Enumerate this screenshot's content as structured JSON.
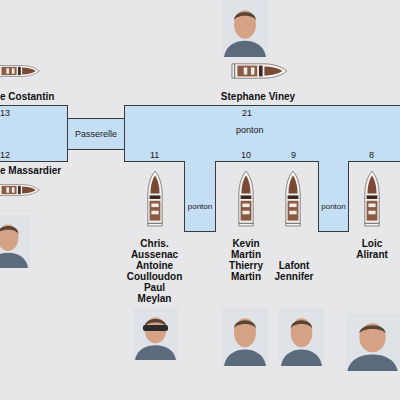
{
  "diagram": {
    "nodes": [
      {
        "text": [
          "13",
          "12"
        ]
      },
      {
        "text": [
          "Passerelle"
        ]
      },
      {
        "text": [
          "21",
          "ponton",
          "11",
          "10",
          "9",
          "8"
        ]
      },
      {
        "text": [
          "ponton"
        ]
      },
      {
        "text": [
          "ponton"
        ]
      }
    ],
    "labels": [
      "e Costantin",
      "Stephane Viney",
      "e Massardier",
      "Chris. Aussenac Antoine Coulloudon Paul Meylan",
      "Kevin Martin Thierry Martin",
      "Lafont Jennifer",
      "Loic Alirant"
    ]
  }
}
